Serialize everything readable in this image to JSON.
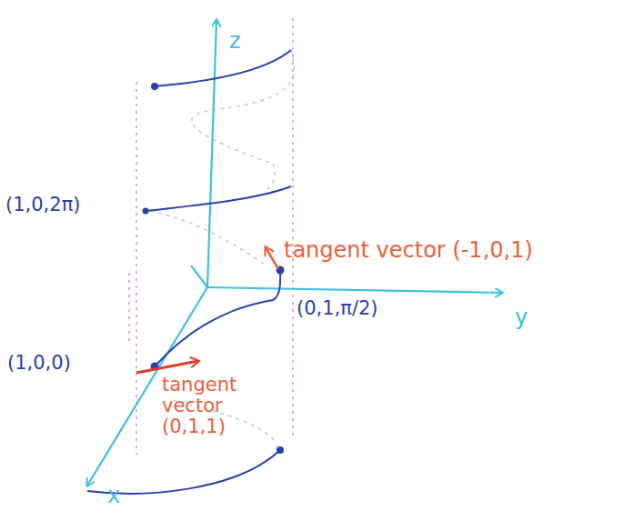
{
  "diagram": {
    "labels": [
      "z",
      "y",
      "x",
      "(1,0,2π)",
      "(1,0,0)",
      "(0,1,π/2)",
      "tangent vector (-1,0,1)",
      "tangent vector (0,1,1)"
    ]
  }
}
